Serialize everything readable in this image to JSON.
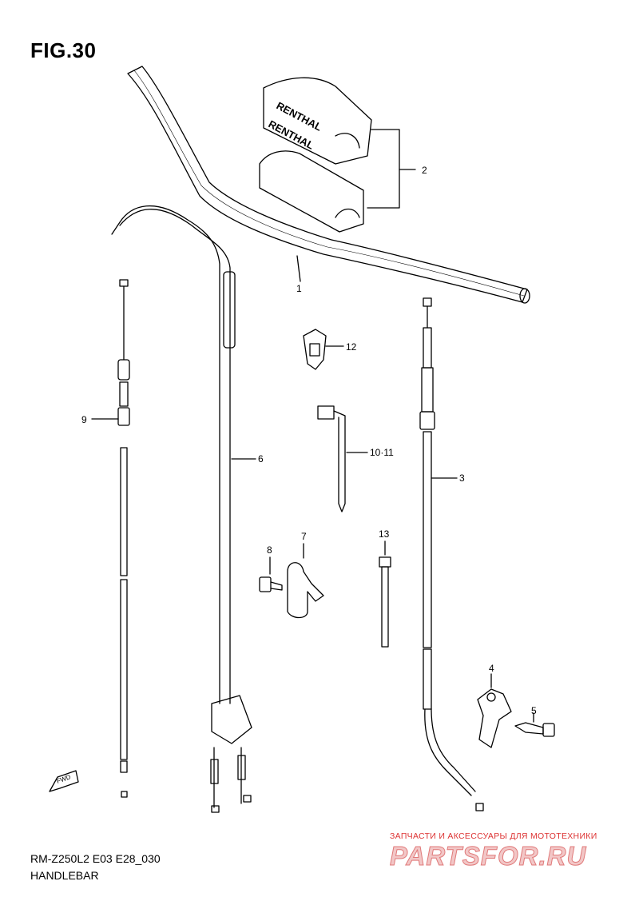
{
  "figure": {
    "title": "FIG.30"
  },
  "footer": {
    "model_code": "RM-Z250L2 E03 E28_030",
    "section_name": "HANDLEBAR"
  },
  "forward_marker": {
    "label": "FWD"
  },
  "pad": {
    "brand_top": "RENTHAL",
    "brand_bottom": "RENTHAL"
  },
  "callouts": {
    "c1": "1",
    "c2": "2",
    "c3": "3",
    "c4": "4",
    "c5": "5",
    "c6": "6",
    "c7": "7",
    "c8": "8",
    "c9": "9",
    "c10_11": "10·11",
    "c12": "12",
    "c13": "13"
  },
  "watermark": {
    "line1": "ЗАПЧАСТИ И АКСЕССУАРЫ ДЛЯ МОТОТЕХНИКИ",
    "line2": "PARTSFOR.RU"
  }
}
